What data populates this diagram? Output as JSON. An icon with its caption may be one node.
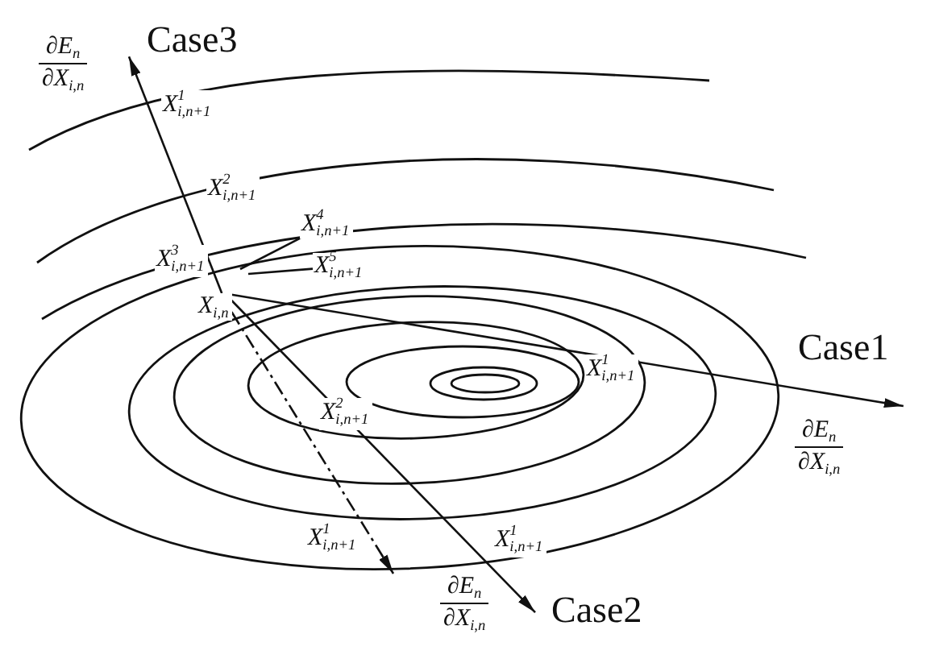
{
  "diagram": {
    "nodes": [
      {
        "text": [
          "Case3"
        ],
        "beside": [
          "∂E$_{n}$",
          "∂X$_{i,n}$"
        ]
      },
      {
        "text": [
          "X$^{4}$$_{i,n+1}$"
        ]
      },
      {
        "text": [
          "X$^{5}$$_{i,n+1}$"
        ]
      },
      {
        "text": [
          "X$_{i,n}$"
        ]
      },
      {
        "text": [
          "Case1"
        ],
        "beside": [
          "∂E$_{n}$",
          "∂X$_{i,n}$"
        ]
      },
      {
        "text": [
          "Case2"
        ],
        "beside": [
          "∂E$_{n}$",
          "∂X$_{i,n}$"
        ]
      }
    ],
    "edges": [
      {
        "from": 3,
        "to": 0,
        "arrow": "to"
      },
      {
        "from": 3,
        "to": 4,
        "arrow": "to"
      },
      {
        "from": 3,
        "to": 5,
        "arrow": "to"
      },
      {
        "from": 3,
        "to": null,
        "arrow": "to",
        "style": "dashed"
      },
      {
        "from": 1,
        "to": null,
        "arrow": "none"
      },
      {
        "from": 2,
        "to": null,
        "arrow": "none"
      }
    ],
    "labels": [
      "X$^{1}$$_{i,n+1}$",
      "X$^{2}$$_{i,n+1}$",
      "X$^{3}$$_{i,n+1}$",
      "X$^{1}$$_{i,n+1}$",
      "X$^{2}$$_{i,n+1}$",
      "X$^{1}$$_{i,n+1}$",
      "X$^{1}$$_{i,n+1}$"
    ]
  }
}
